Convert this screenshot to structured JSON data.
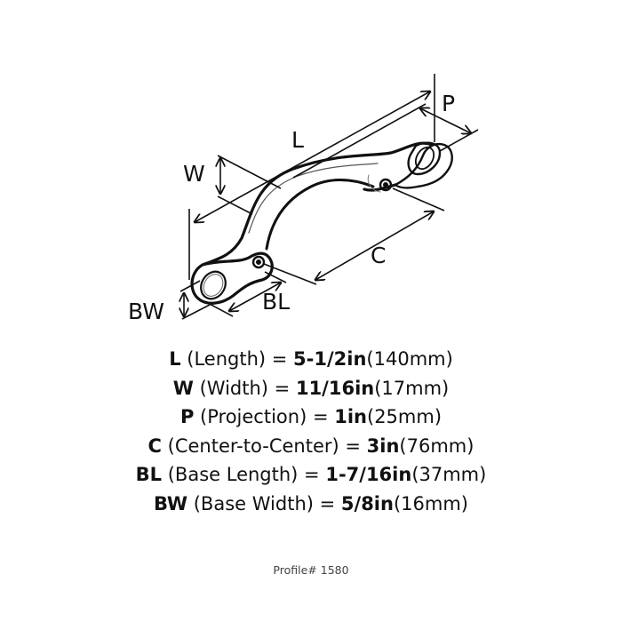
{
  "diagram": {
    "subject": "cabinet pull handle",
    "dimension_labels": {
      "L": "L",
      "W": "W",
      "P": "P",
      "C": "C",
      "BL": "BL",
      "BW": "BW"
    }
  },
  "specs": [
    {
      "code": "L",
      "name": "(Length) =",
      "imperial": "5-1/2in",
      "metric": "(140mm)"
    },
    {
      "code": "W",
      "name": "(Width) =",
      "imperial": "11/16in",
      "metric": "(17mm)"
    },
    {
      "code": "P",
      "name": "(Projection) =",
      "imperial": "1in",
      "metric": "(25mm)"
    },
    {
      "code": "C",
      "name": "(Center-to-Center) =",
      "imperial": "3in",
      "metric": "(76mm)"
    },
    {
      "code": "BL",
      "name": "(Base Length) =",
      "imperial": "1-7/16in",
      "metric": "(37mm)"
    },
    {
      "code": "BW",
      "name": "(Base Width) =",
      "imperial": "5/8in",
      "metric": "(16mm)"
    }
  ],
  "profile": "Profile# 1580"
}
